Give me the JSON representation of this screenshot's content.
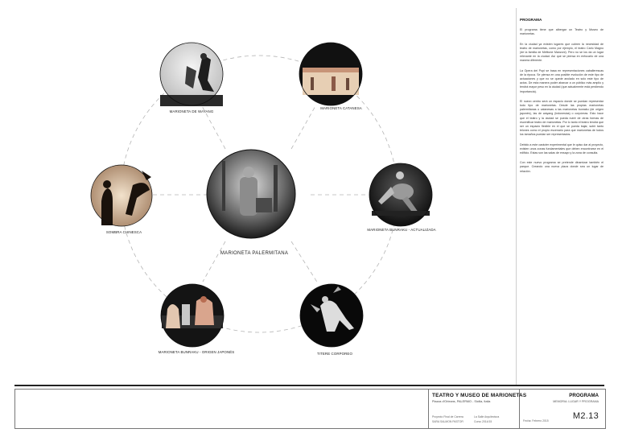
{
  "diagram": {
    "center": "MARIONETA PALERMITANA",
    "nodes": {
      "wayang": "MARIONETA DE WAYANG",
      "catanesa": "MARIONETA CATANESA",
      "sombra": "SOMBRA CHINESCA",
      "bunraku_act": "MARIONETA BUNRAKU - ACTUALIZADA",
      "bunraku_orig": "MARIONETA BUNRAKU - ORIGEN JAPONÉS",
      "titere": "TITERE CORPOREO"
    }
  },
  "sidebar": {
    "heading": "PROGRAMA",
    "paragraphs": [
      "El programa tiene que albergar un Teatro y Museo de marionetas.",
      "En la ciudad ya existen lugares que cubren la necesidad de teatro de marionetas, como por ejemplo, el teatro Carlo Magno (de la familia de Mirittone Manzoni). Pero no se los da un lugar relevante en la ciudad. Así que se piensa en enfocarlo de una manera diferente.",
      "La Opera dei Pupi se basa en representaciones caballerescas de la época. Se piensa en una posible evolución de este tipo de actuaciones y que no se quede anclado en solo este tipo de actos. De esta manera poder abarcar a un público más amplio y tendrá mayor peso en la ciudad (que actualmente está perdiendo importancia).",
      "El nuevo centro será un espacio donde se puedan representar todo tipo de marionetas. Desde las propias marionetas palermitanas o catanesas a las marionetas bunraku (de origen japonés), las de wayang (indonesias) o corpóreas. Esto hace que el teatro y la ciudad se pueda nutrir de otras formas de escenificar teatro de marionetas. Por lo tanto el teatro tendrá que ser un espacio flexible en el que se pueda bajar, subir tanto telones como el propio escenario para que marionetas de todos los tamaños puedan ser representados.",
      "Debido a este carácter experimental que le quiso dar al proyecto, existen unos zonas fundamentales que deben encontrarse en el edificio. Estas son las salas de ensayo y la zona de consulta.",
      "Con este nuevo programa se pretende dinamizar también el parque. Creando una nueva plaza donde sea un lugar de relación."
    ]
  },
  "footer": {
    "title": "TEATRO Y MUSEO DE MARIONETAS",
    "location": "Piazza d'Orleans, PALERMO - Sicilia, Italia",
    "project_label": "Proyecto Final de Carrera",
    "author": "SARA SALMON PASTOR",
    "school": "La Salle Arquitectura",
    "tutor": "Curso 2014/15",
    "section": "PROGRAMA",
    "section_sub": "MEMORIA: LUGAR Y PROGRAMA",
    "date": "Fecha: Febrero 2015",
    "code": "M2.13"
  },
  "colors": {
    "line": "#b5b5b5",
    "ink": "#222222",
    "accent": "#e5c8a8"
  }
}
